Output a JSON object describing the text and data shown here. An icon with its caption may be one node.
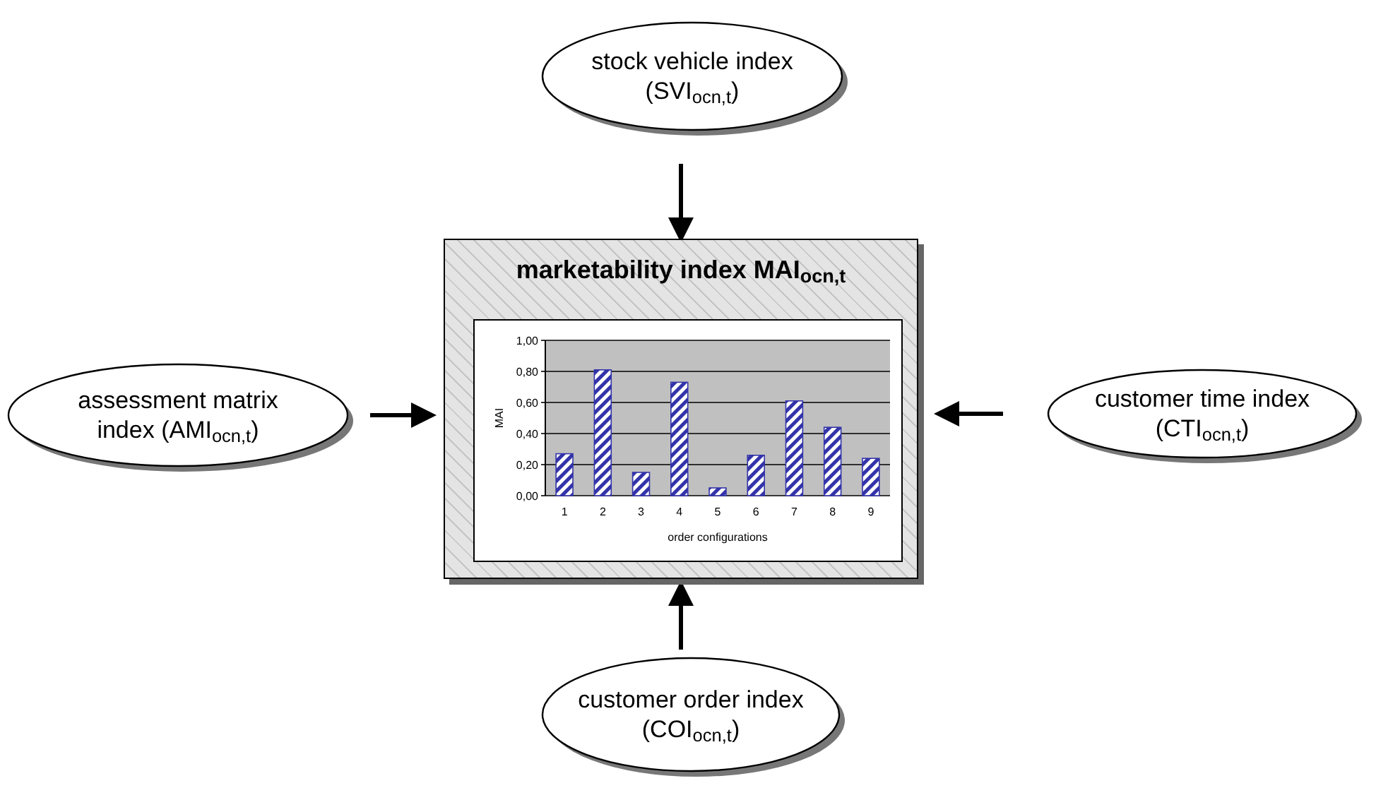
{
  "diagram": {
    "nodes": [
      {
        "text": [
          "stock vehicle index (SVI$_{oc}$$_{n}$$_{,t}$)"
        ]
      },
      {
        "text": [
          "marketability index MAI$_{oc}$$_{n}$$_{,t}$"
        ]
      },
      {
        "text": [
          "assessment matrix index (AMI$_{oc}$$_{n}$$_{,t}$)"
        ]
      },
      {
        "text": [
          "customer time index (CTI$_{oc}$$_{n}$$_{,t}$)"
        ]
      },
      {
        "text": [
          "customer order index (COI$_{oc}$$_{n}$$_{,t}$)"
        ]
      }
    ],
    "edges": [
      {
        "from": 0,
        "to": 1,
        "arrow": "to"
      },
      {
        "from": 2,
        "to": 1,
        "arrow": "to"
      },
      {
        "from": 3,
        "to": 1,
        "arrow": "to"
      },
      {
        "from": 4,
        "to": 1,
        "arrow": "to"
      }
    ],
    "chart_data": {
      "type": "bar",
      "xlabel": "order configurations",
      "ylabel": "MAI",
      "categories": [
        "1",
        "2",
        "3",
        "4",
        "5",
        "6",
        "7",
        "8",
        "9"
      ],
      "series": [
        {
          "color": "#3333aa",
          "values": [
            0.27,
            0.81,
            0.15,
            0.73,
            0.05,
            0.26,
            0.61,
            0.44,
            0.24
          ]
        }
      ],
      "ylim": [
        0,
        1
      ],
      "grid": true,
      "yticks": [
        {
          "value": 0,
          "label": "0,00"
        },
        {
          "value": 0.2,
          "label": "0,20"
        },
        {
          "value": 0.4,
          "label": "0,40"
        },
        {
          "value": 0.6,
          "label": "0,60"
        },
        {
          "value": 0.8,
          "label": "0,80"
        },
        {
          "value": 1,
          "label": "1,00"
        }
      ]
    }
  }
}
